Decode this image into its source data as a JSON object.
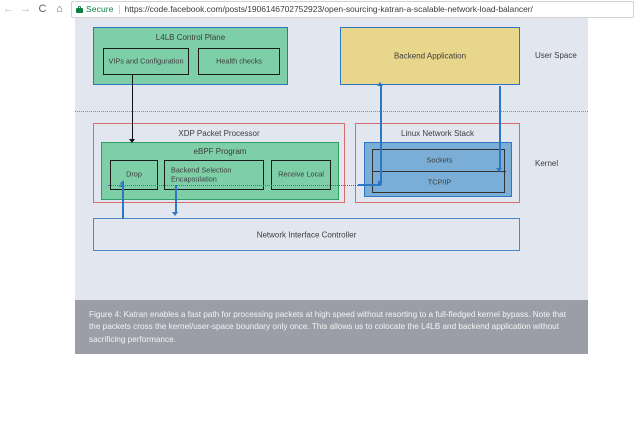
{
  "browser": {
    "back_icon": "back-arrow-icon",
    "forward_icon": "forward-arrow-icon",
    "reload_glyph": "C",
    "home_glyph": "⌂",
    "back_glyph": "←",
    "forward_glyph": "→",
    "security_label": "Secure",
    "url": "https://code.facebook.com/posts/1906146702752923/open-sourcing-katran-a-scalable-network-load-balancer/"
  },
  "diagram": {
    "control_plane": {
      "title": "L4LB Control Plane",
      "items": [
        {
          "label": "VIPs and Configuration"
        },
        {
          "label": "Health checks"
        }
      ]
    },
    "backend_application": {
      "label": "Backend Application"
    },
    "xdp": {
      "title": "XDP Packet Processor",
      "ebpf_title": "eBPF Program",
      "items": [
        {
          "label": "Drop"
        },
        {
          "label": "Backend Selection\nEncapsulation"
        },
        {
          "label": "Receive Local"
        }
      ]
    },
    "linux_stack": {
      "title": "Linux Network Stack",
      "sockets": "Sockets",
      "tcpip": "TCP/IP"
    },
    "nic": {
      "label": "Network Interface Controller"
    },
    "side_labels": {
      "user_space": "User Space",
      "kernel": "Kernel"
    },
    "colors": {
      "green_fill": "#7ecfa8",
      "yellow_fill": "#e8d68c",
      "blue_fill": "#7aaed6",
      "blue_border": "#2e77c4",
      "red_border": "#d96b6b",
      "page_bg": "#e2e6ef",
      "caption_bg": "#9b9ea6",
      "secure_green": "#0b8043"
    }
  },
  "caption": {
    "text": "Figure 4: Katran enables a fast path for processing packets at high speed without resorting to a full-fledged kernel bypass. Note that the packets cross the kernel/user-space boundary only once. This allows us to colocate the L4LB and backend application without sacrificing performance."
  }
}
